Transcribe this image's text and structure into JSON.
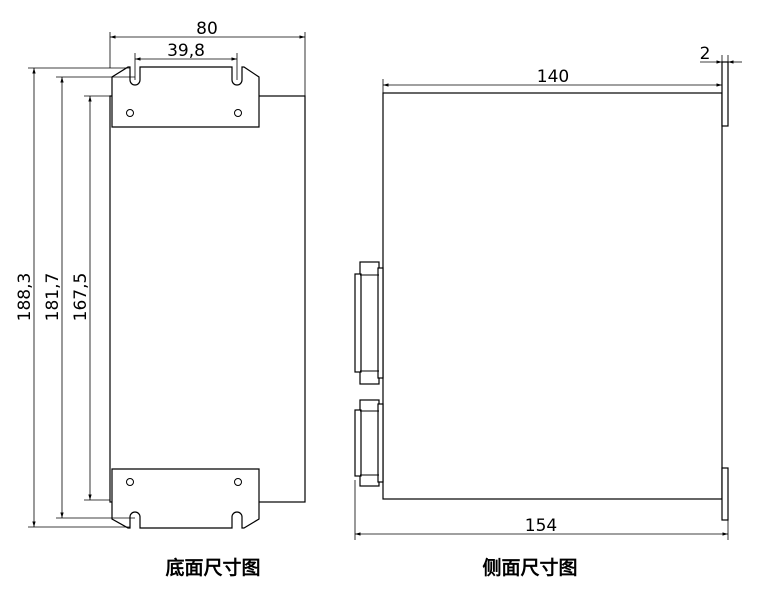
{
  "bottom_view": {
    "caption": "底面尺寸图",
    "dims": {
      "width": "80",
      "slot_spacing": "39,8",
      "height_overall": "188,3",
      "height_slots": "181,7",
      "height_body": "167,5"
    }
  },
  "side_view": {
    "caption": "侧面尺寸图",
    "dims": {
      "flange": "2",
      "body_depth": "140",
      "overall_depth": "154"
    }
  }
}
